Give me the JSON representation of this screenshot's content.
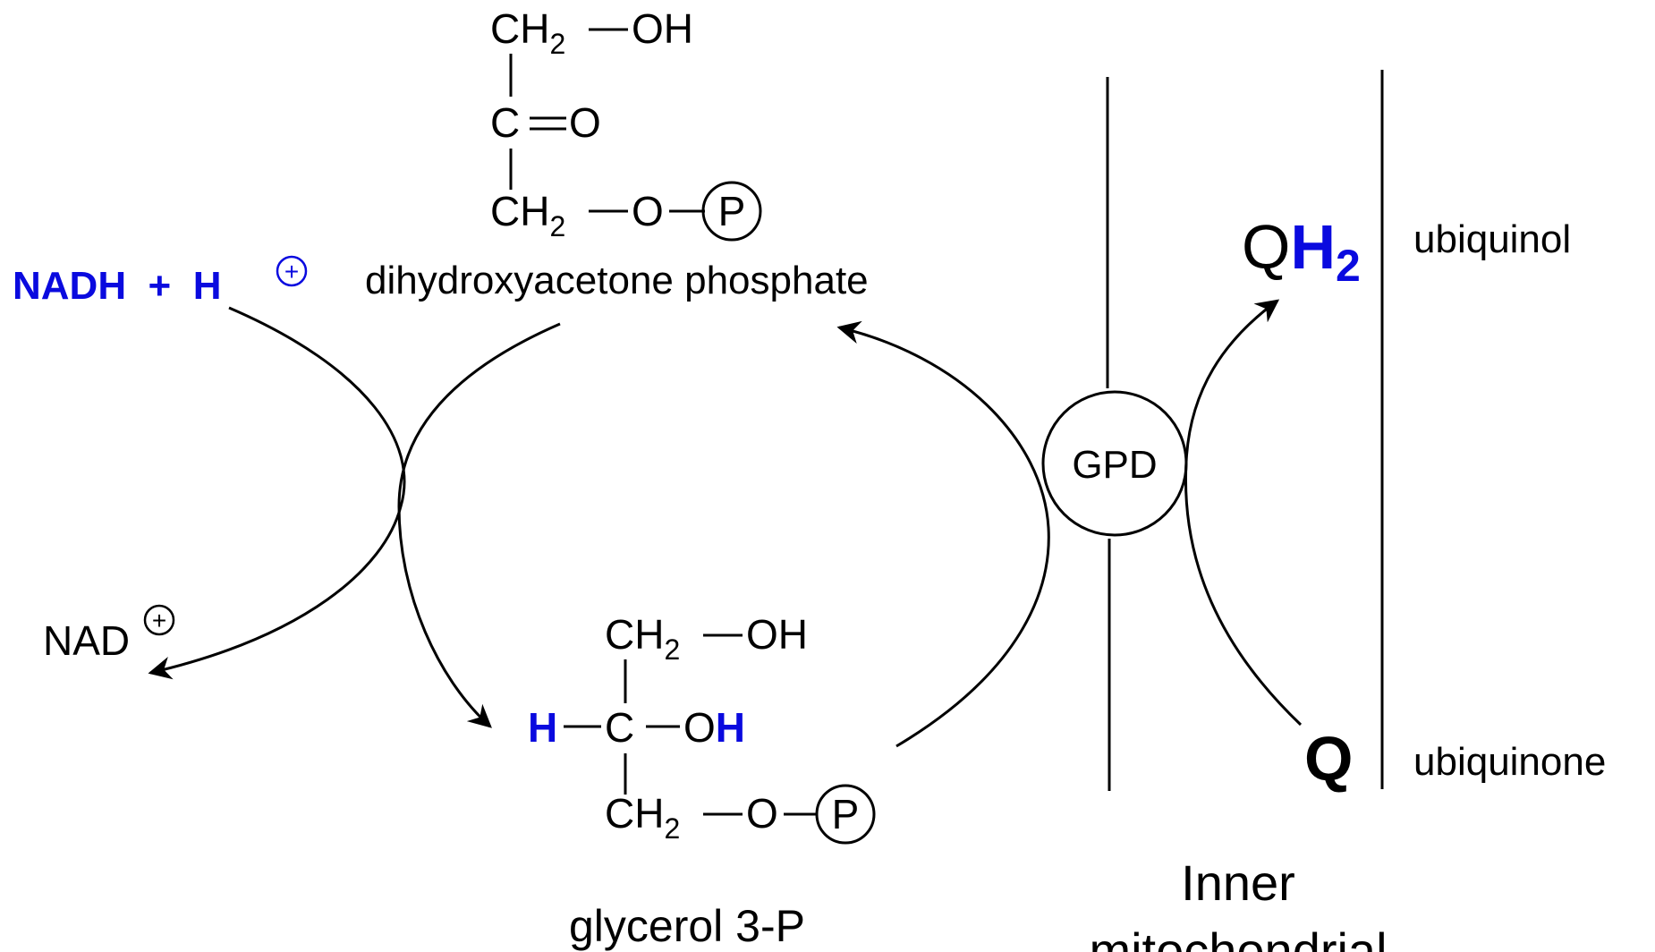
{
  "colors": {
    "ink": "#000000",
    "highlight": "#0a0adf",
    "background": "#ffffff"
  },
  "dhap": {
    "row1": {
      "left": "CH",
      "sub": "2",
      "right": "OH"
    },
    "row2": {
      "left": "C",
      "right": "O"
    },
    "row3": {
      "left": "CH",
      "sub": "2",
      "mid": "O",
      "phosphate": "P"
    },
    "label": "dihydroxyacetone phosphate"
  },
  "g3p": {
    "row1": {
      "left": "CH",
      "sub": "2",
      "right": "OH"
    },
    "row2": {
      "h_left": "H",
      "center": "C",
      "o": "O",
      "h_right": "H"
    },
    "row3": {
      "left": "CH",
      "sub": "2",
      "mid": "O",
      "phosphate": "P"
    },
    "label": "glycerol 3-P"
  },
  "nadh": {
    "text": "NADH  +  H",
    "charge": "+"
  },
  "nad": {
    "text": "NAD",
    "charge": "+"
  },
  "enzyme": {
    "label": "GPD"
  },
  "qh2": {
    "q": "Q",
    "h": "H",
    "sub": "2",
    "name": "ubiquinol"
  },
  "q": {
    "q": "Q",
    "name": "ubiquinone"
  },
  "membrane": {
    "line1": "Inner",
    "line2": "mitochondrial"
  }
}
